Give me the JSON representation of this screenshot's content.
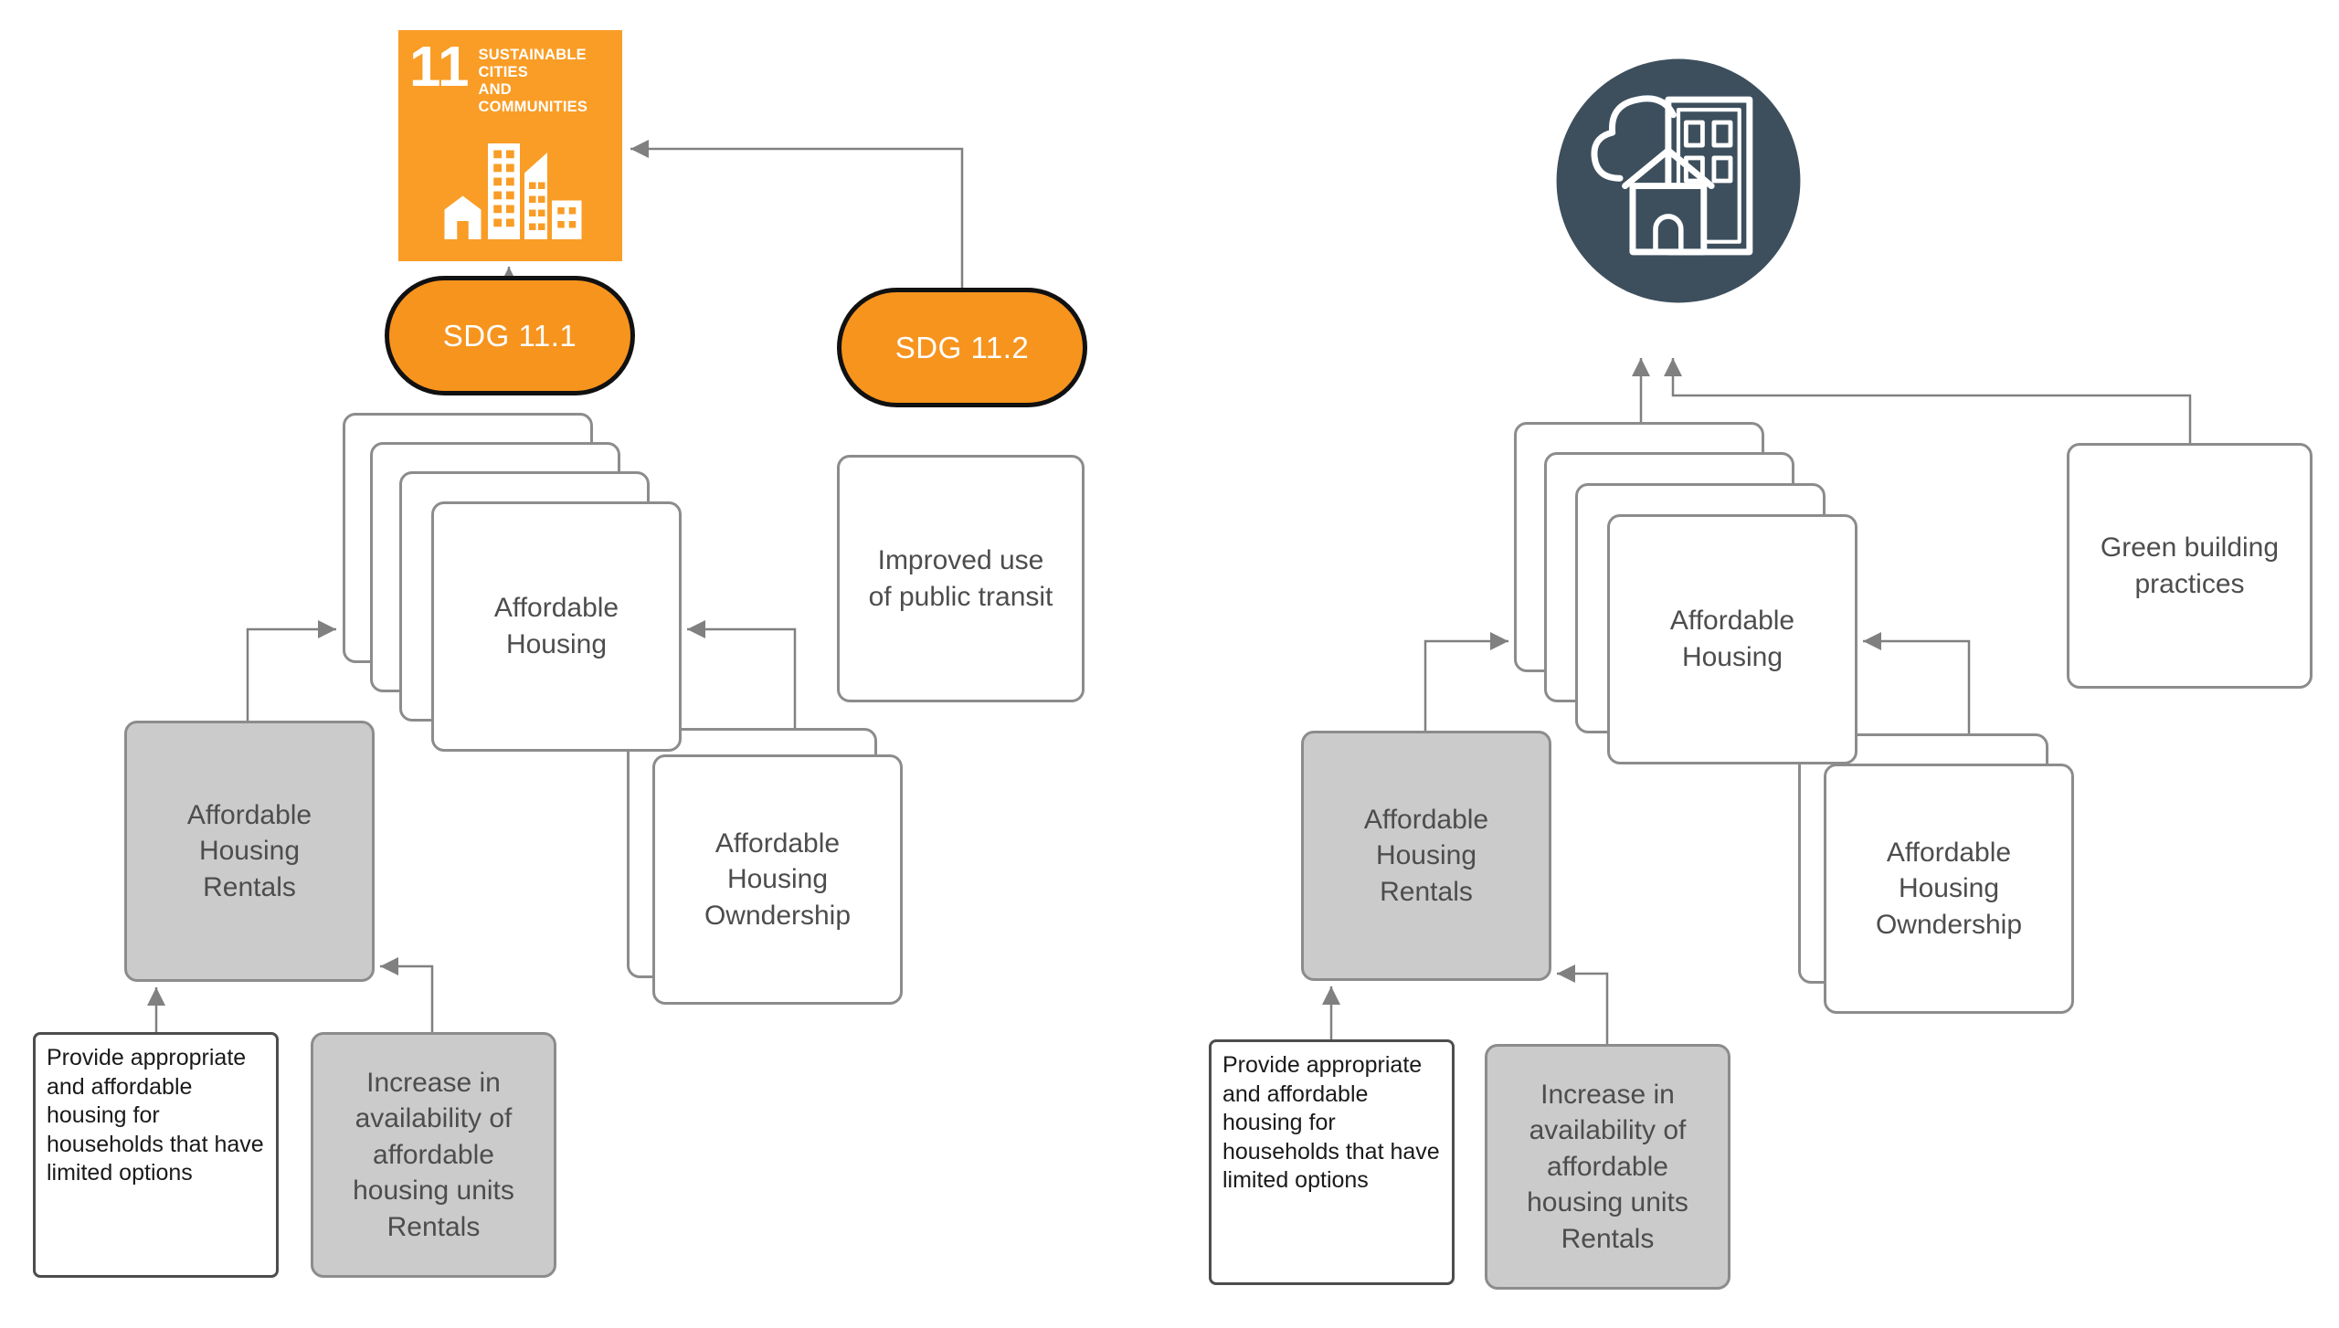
{
  "colors": {
    "sdg_orange": "#F99D26",
    "pill_fill": "#F7941E",
    "pill_border": "#111111",
    "pill_text": "#FFFFFF",
    "card_fill": "#FFFFFF",
    "card_border": "#8C8C8C",
    "gray_card_fill": "#CBCBCB",
    "dark_border": "#4D4D4D",
    "connector": "#808080",
    "circle_fill": "#3D4F5D",
    "text": "#4D4D4D",
    "provide_text": "#1A1A1A"
  },
  "sdg_logo": {
    "number": "11",
    "title": "SUSTAINABLE CITIES\nAND COMMUNITIES"
  },
  "left": {
    "pill_1": "SDG 11.1",
    "pill_2": "SDG 11.2",
    "affordable_housing": "Affordable\nHousing",
    "public_transit": "Improved use\nof public transit",
    "rentals": "Affordable\nHousing\nRentals",
    "ownership": "Affordable\nHousing\nOwndership",
    "provide": "Provide appropriate and affordable housing for households that have limited options",
    "increase": "Increase in\navailability of\naffordable\nhousing units\nRentals"
  },
  "right": {
    "affordable_housing": "Affordable\nHousing",
    "green_building": "Green building\npractices",
    "rentals": "Affordable\nHousing\nRentals",
    "ownership": "Affordable\nHousing\nOwndership",
    "provide": "Provide appropriate and affordable housing for households that have limited options",
    "increase": "Increase in\navailability of\naffordable\nhousing units\nRentals"
  }
}
